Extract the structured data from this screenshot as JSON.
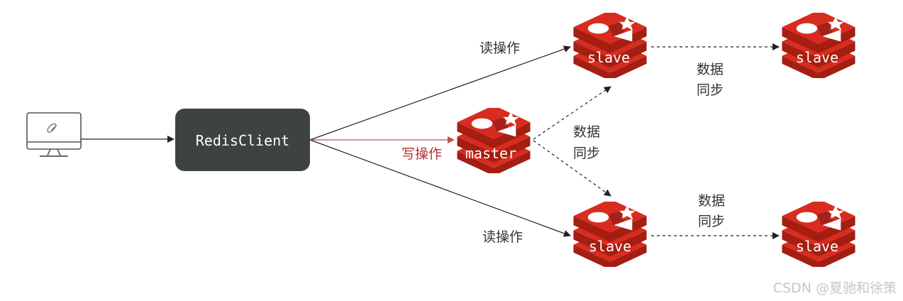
{
  "client": {
    "label": "RedisClient"
  },
  "master": {
    "label": "master"
  },
  "slaves": [
    {
      "label": "slave"
    },
    {
      "label": "slave"
    },
    {
      "label": "slave"
    },
    {
      "label": "slave"
    }
  ],
  "edges": {
    "read_top": "读操作",
    "read_bottom": "读操作",
    "write": "写操作",
    "sync_master_line1": "数据",
    "sync_master_line2": "同步",
    "sync_top_line1": "数据",
    "sync_top_line2": "同步",
    "sync_bottom_line1": "数据",
    "sync_bottom_line2": "同步"
  },
  "colors": {
    "redis_red": "#d82c20",
    "redis_dark": "#a41e11",
    "client_box": "#3e4342",
    "write_arrow": "#c0504d"
  },
  "watermark": "CSDN @夏驰和徐策"
}
